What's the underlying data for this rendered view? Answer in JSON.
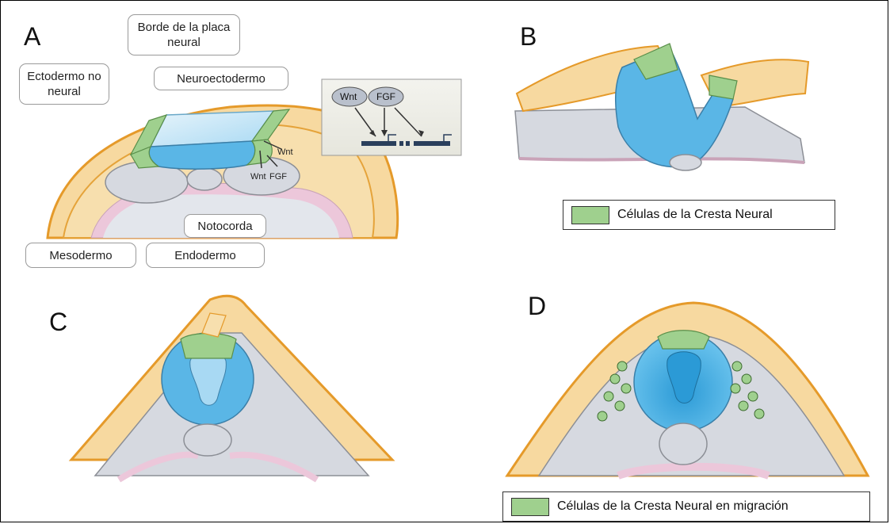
{
  "panels": {
    "a": "A",
    "b": "B",
    "c": "C",
    "d": "D"
  },
  "labels": {
    "ectodermo": "Ectodermo no neural",
    "borde": "Borde de la placa neural",
    "neuroectodermo": "Neuroectodermo",
    "notocorda": "Notocorda",
    "mesodermo": "Mesodermo",
    "endodermo": "Endodermo"
  },
  "signals": {
    "wnt": "Wnt",
    "fgf": "FGF",
    "inset_wnt": "Wnt",
    "inset_fgf": "FGF"
  },
  "legends": {
    "b": "Células  de la  Cresta Neural",
    "d": "Células  de la Cresta Neural en migración"
  },
  "colors": {
    "neural_crest": "#9fd08e",
    "neural_tube": "#5ab6e6",
    "ectoderm": "#f7d9a0",
    "mesoderm": "#d6d9e0",
    "endoderm": "#ecc7da"
  }
}
